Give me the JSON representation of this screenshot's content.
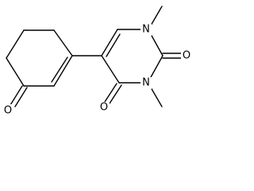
{
  "molecule": {
    "atoms": {
      "o_ketone": "O",
      "n_top": "N",
      "n_bottom": "N",
      "o_right": "O",
      "o_bottom": "O"
    }
  },
  "colors": {
    "bond": "#000000",
    "label": "#000000",
    "background": "#ffffff"
  }
}
